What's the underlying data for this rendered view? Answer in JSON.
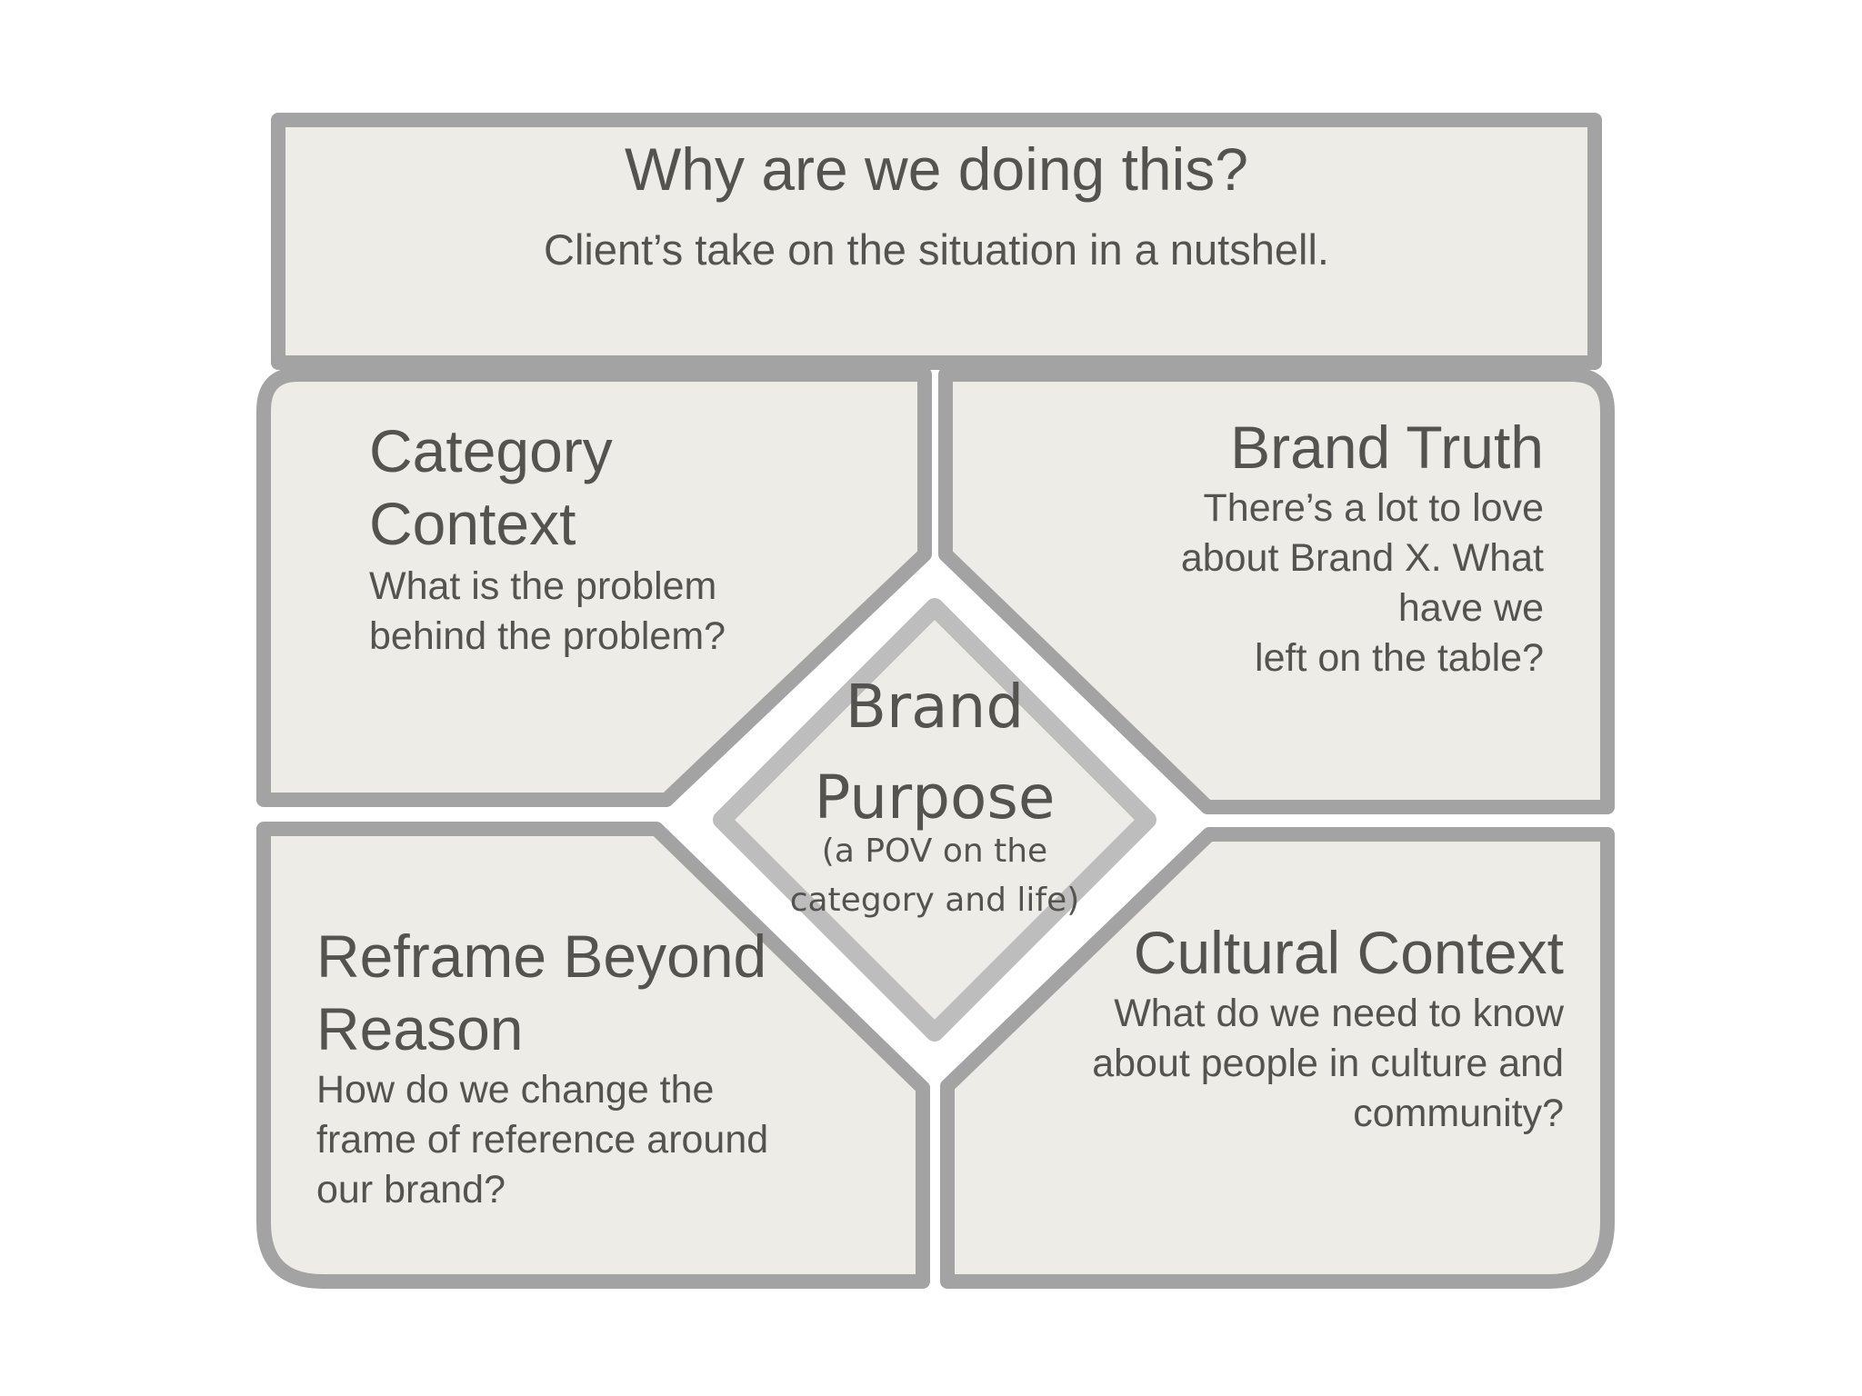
{
  "header": {
    "title": "Why are we doing this?",
    "subtitle": "Client’s take on the situation in a nutshell."
  },
  "quadrants": {
    "category_context": {
      "title_line1": "Category",
      "title_line2": "Context",
      "body": "What is the problem\nbehind the problem?"
    },
    "brand_truth": {
      "title": "Brand Truth",
      "body": "There’s a lot to love\nabout Brand X. What\nhave we\nleft on the table?"
    },
    "reframe_beyond_reason": {
      "title_line1": "Reframe Beyond",
      "title_line2": "Reason",
      "body": "How do we change the\nframe of reference around\nour brand?"
    },
    "cultural_context": {
      "title": "Cultural Context",
      "body": "What do we need to know\nabout people in culture and\ncommunity?"
    }
  },
  "center": {
    "title_line1": "Brand",
    "title_line2": "Purpose",
    "note_line1": "(a POV on the",
    "note_line2": "category and life)"
  },
  "colors": {
    "fill": "#eeece6",
    "stroke": "#a3a3a3",
    "text": "#555350",
    "background": "#ffffff"
  }
}
